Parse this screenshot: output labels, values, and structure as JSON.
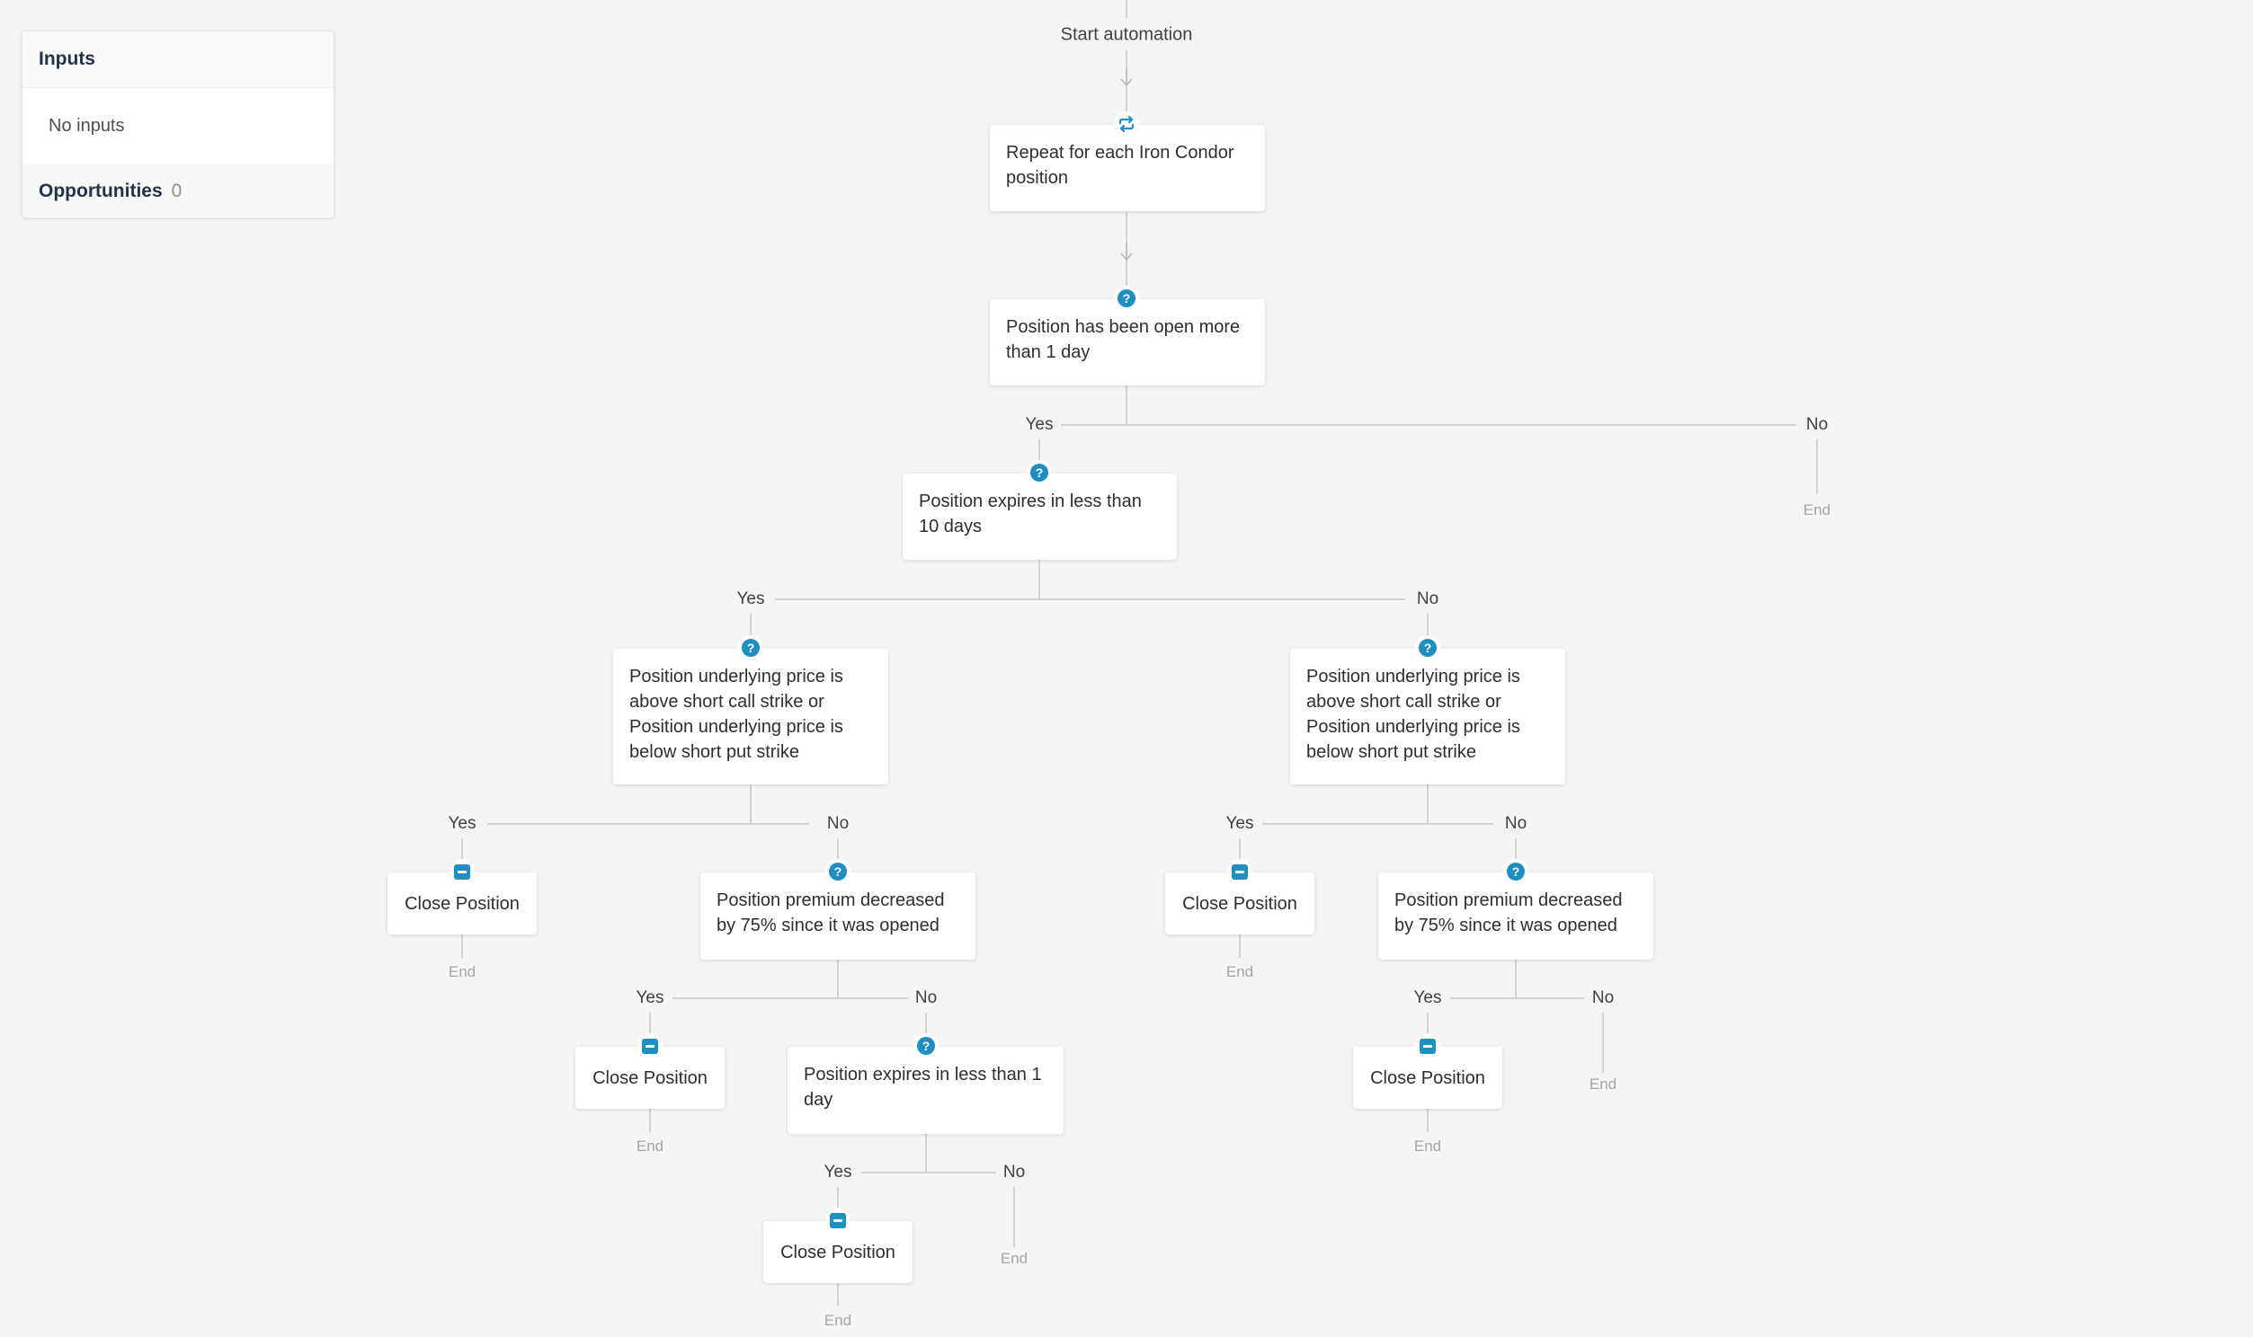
{
  "panel": {
    "inputs_title": "Inputs",
    "inputs_empty": "No inputs",
    "opportunities_label": "Opportunities",
    "opportunities_count": "0"
  },
  "flow": {
    "start": "Start automation",
    "yes": "Yes",
    "no": "No",
    "end": "End",
    "repeat": "Repeat for each Iron Condor position",
    "open_more_than_1_day": "Position has been open more than 1 day",
    "expires_less_than_10_days": "Position expires in less than 10 days",
    "underlying_price_condition": "Position underlying price is above short call strike or Position underlying price is below short put strike",
    "premium_decreased": "Position premium decreased by 75% since it was opened",
    "expires_less_than_1_day": "Position expires in less than 1 day",
    "close_position": "Close Position"
  },
  "colors": {
    "accent": "#1f8fc2",
    "connector": "#c5c9cc",
    "background": "#f4f5f4"
  },
  "icons": {
    "loop": "repeat-icon",
    "condition": "question-icon",
    "action": "minus-icon"
  }
}
